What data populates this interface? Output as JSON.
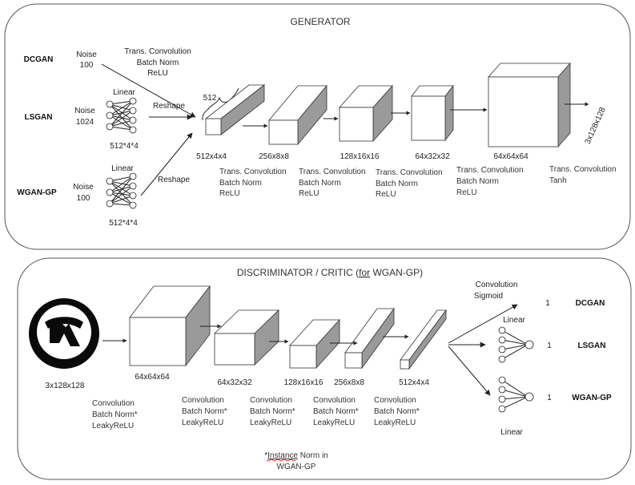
{
  "generator": {
    "title": "GENERATOR",
    "rows": [
      {
        "name": "DCGAN",
        "noise_label": "Noise",
        "noise_value": "100"
      },
      {
        "name": "LSGAN",
        "noise_label": "Noise",
        "noise_value": "1024"
      },
      {
        "name": "WGAN-GP",
        "noise_label": "Noise",
        "noise_value": "100"
      }
    ],
    "linear_label": "Linear",
    "linear_output": "512*4*4",
    "reshape_label": "Reshape",
    "dcgan_ops": [
      "Trans. Convolution",
      "Batch Norm",
      "ReLU"
    ],
    "brace_label": "512",
    "blocks": [
      "512x4x4",
      "256x8x8",
      "128x16x16",
      "64x32x32",
      "64x64x64"
    ],
    "ops": [
      [
        "Trans. Convolution",
        "Batch Norm",
        "ReLU"
      ],
      [
        "Trans. Convolution",
        "Batch Norm",
        "ReLU"
      ],
      [
        "Trans. Convolution",
        "Batch Norm",
        "ReLU"
      ],
      [
        "Trans. Convolution",
        "Batch Norm",
        "ReLU"
      ],
      [
        "Trans. Convolution",
        "Tanh"
      ]
    ],
    "output": "3x128x128"
  },
  "discriminator": {
    "title_main": "DISCRIMINATOR / CRITIC (",
    "title_for": "for",
    "title_tail": " WGAN-GP)",
    "input_label": "3x128x128",
    "image_caption": "Aphex Twin logo",
    "blocks": [
      "64x64x64",
      "64x32x32",
      "128x16x16",
      "256x8x8",
      "512x4x4"
    ],
    "ops": [
      [
        "Convolution",
        "Batch Norm*",
        "LeakyReLU"
      ],
      [
        "Convolution",
        "Batch Norm*",
        "LeakyReLU"
      ],
      [
        "Convolution",
        "Batch Norm*",
        "LeakyReLU"
      ],
      [
        "Convolution",
        "Batch Norm*",
        "LeakyReLU"
      ],
      [
        "Convolution",
        "Batch Norm*",
        "LeakyReLU"
      ]
    ],
    "heads": [
      {
        "name": "DCGAN",
        "value": "1",
        "ops": [
          "Convolution",
          "Sigmoid"
        ]
      },
      {
        "name": "LSGAN",
        "value": "1",
        "ops": [
          "Linear"
        ]
      },
      {
        "name": "WGAN-GP",
        "value": "1",
        "ops": [
          "Linear"
        ]
      }
    ],
    "footnote_star": "*",
    "footnote_word": "Instance",
    "footnote_rest": " Norm in",
    "footnote_line2": "WGAN-GP"
  }
}
